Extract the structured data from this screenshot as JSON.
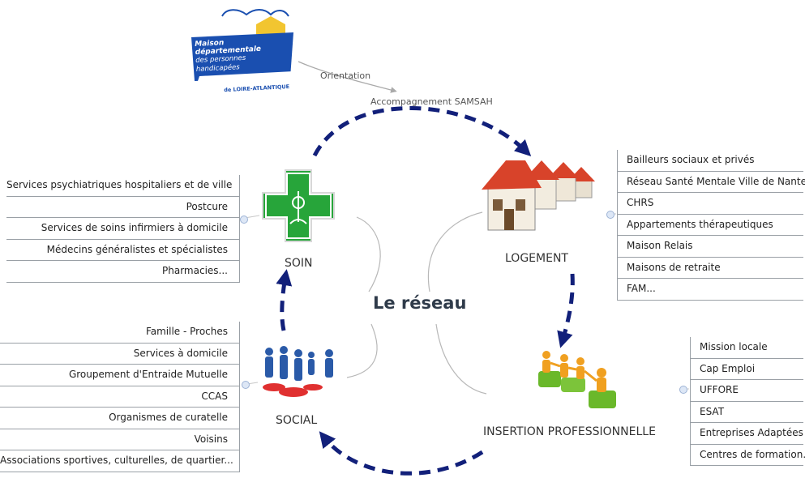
{
  "center_title": "Le réseau",
  "logo": {
    "lines": [
      "Maison départementale",
      "des personnes handicapées",
      "de LOIRE-ATLANTIQUE"
    ],
    "colors": {
      "blue": "#1a4fb0",
      "yellow": "#f2c530"
    }
  },
  "annotations": {
    "orientation": "Orientation",
    "accompagnement": "Accompagnement SAMSAH"
  },
  "nodes": {
    "soin": {
      "label": "SOIN",
      "items": [
        "Services psychiatriques hospitaliers et de ville",
        "Postcure",
        "Services de soins infirmiers à domicile",
        "Médecins généralistes et spécialistes",
        "Pharmacies..."
      ]
    },
    "logement": {
      "label": "LOGEMENT",
      "items": [
        "Bailleurs sociaux et privés",
        "Réseau Santé Mentale Ville de Nantes",
        "CHRS",
        "Appartements thérapeutiques",
        "Maison Relais",
        "Maisons de retraite",
        "FAM..."
      ]
    },
    "social": {
      "label": "SOCIAL",
      "items": [
        "Famille - Proches",
        "Services à domicile",
        "Groupement d'Entraide Mutuelle",
        "CCAS",
        "Organismes de curatelle",
        "Voisins",
        "Associations sportives, culturelles, de quartier..."
      ]
    },
    "insertion": {
      "label": "INSERTION PROFESSIONNELLE",
      "items": [
        "Mission locale",
        "Cap Emploi",
        "UFFORE",
        "ESAT",
        "Entreprises Adaptées",
        "Centres de formation..."
      ]
    }
  },
  "colors": {
    "arrow": "#12207a",
    "cross": "#27a53a",
    "roof": "#d8432a",
    "people": "#2a5aa8",
    "puzzle": "#6ab82a"
  }
}
